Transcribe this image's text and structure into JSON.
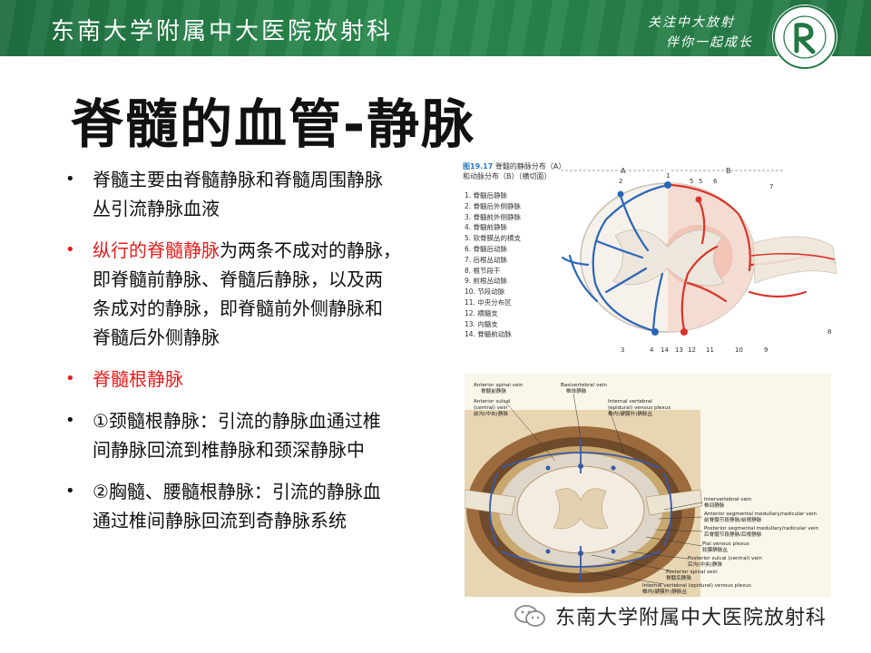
{
  "header": {
    "title": "东南大学附属中大医院放射科",
    "slogan_line1": "关注中大放射",
    "slogan_line2": "伴你一起成长"
  },
  "slide": {
    "title": "脊髓的血管-静脉",
    "bullets": [
      {
        "parts": [
          {
            "text": "脊髓主要由脊髓静脉和脊髓周围静脉丛引流静脉血液",
            "color": "#111111"
          }
        ],
        "lines": [
          "脊髓主要由脊髓静脉和脊髓周围静脉",
          "丛引流静脉血液"
        ]
      },
      {
        "lines": [
          "纵行的脊髓静脉为两条不成对的静脉，",
          "即脊髓前静脉、脊髓后静脉，以及两",
          "条成对的静脉，即脊髓前外侧静脉和",
          "脊髓后外侧静脉"
        ],
        "red_prefix": "纵行的脊髓静脉"
      },
      {
        "lines": [
          "脊髓根静脉"
        ],
        "red_prefix": "脊髓根静脉"
      },
      {
        "lines": [
          "①颈髓根静脉：引流的静脉血通过椎",
          "间静脉回流到椎静脉和颈深静脉中"
        ]
      },
      {
        "lines": [
          "②胸髓、腰髓根静脉：引流的静脉血",
          "通过椎间静脉回流到奇静脉系统"
        ]
      }
    ]
  },
  "figure1": {
    "caption_num": "图19.17",
    "caption_line1": "脊髓的静脉分布（A）",
    "caption_line2": "和动脉分布（B）（横切面）",
    "legend": [
      "1.  脊髓后静脉",
      "2.  脊髓后外侧静脉",
      "3.  脊髓前外侧静脉",
      "4.  脊髓前静脉",
      "5.  软脊膜丛的横支",
      "6.  脊髓后动脉",
      "7.  后根丛动脉",
      "8.  根节段干",
      "9.  前根丛动脉",
      "10.  节段动脉",
      "11.  中央分布区",
      "12.  横髓支",
      "13.  内髓支",
      "14.  脊髓前动脉"
    ],
    "label_a": "A",
    "label_b": "B",
    "numbers_top": [
      "2",
      "1",
      "5",
      "5",
      "6",
      "7"
    ],
    "numbers_bottom": [
      "3",
      "4",
      "14",
      "13",
      "12",
      "11",
      "10",
      "9",
      "8"
    ]
  },
  "figure2": {
    "labels": {
      "anterior_spinal_vein_en": "Anterior spinal vein",
      "anterior_spinal_vein_cn": "脊髓前静脉",
      "anterior_sulcal_en": "Anterior sulcal",
      "central_vein_en": "(central) vein",
      "central_vein_cn": "前沟(中央)静脉",
      "basivertebral_en": "Basivertebral vein",
      "basivertebral_cn": "椎体静脉",
      "internal_vertebral_en1": "Internal vertebral",
      "internal_vertebral_en2": "(epidural) venous plexus",
      "internal_vertebral_cn": "椎内(硬膜外)静脉丛",
      "intervertebral_en": "Intervertebral vein",
      "intervertebral_cn": "椎间静脉",
      "ant_segmental_en": "Anterior segmental medullary/radicular vein",
      "ant_segmental_cn": "前脊髓节段静脉/前根静脉",
      "post_segmental_en": "Posterior segmental medullary/radicular vein",
      "post_segmental_cn": "后脊髓节段静脉/后根静脉",
      "pial_en": "Pial venous plexus",
      "pial_cn": "软膜静脉丛",
      "post_sulcal_en": "Posterior sulcal (central) vein",
      "post_sulcal_cn": "后沟(中央)静脉",
      "post_spinal_en": "Posterior spinal vein",
      "post_spinal_cn": "脊髓后静脉",
      "int_vert_post_en": "Internal vertebral (epidural) venous plexus",
      "int_vert_post_cn": "椎内(硬膜外)静脉丛"
    }
  },
  "footer": {
    "text": "东南大学附属中大医院放射科"
  },
  "colors": {
    "header_green": "#237744",
    "accent_red": "#e81c1c",
    "vein_blue": "#2a66b8",
    "artery_red": "#d8352a"
  }
}
